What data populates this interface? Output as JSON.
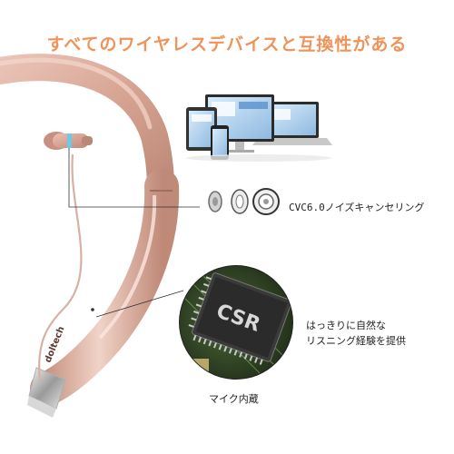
{
  "headline": {
    "text": "すべてのワイヤレスデバイスと互換性がある",
    "color": "#f0935a"
  },
  "brand": {
    "logo_text": "doltech"
  },
  "chip": {
    "text": "CSR"
  },
  "features": {
    "cvc_label": "CVC6.0ノイズキャンセリング",
    "listening_line1": "はっきりに自然な",
    "listening_line2": "リスニング経験を提供",
    "mic_label": "マイク内蔵"
  },
  "colors": {
    "rose_gold": "#d9a99b",
    "rose_gold_dark": "#b98272",
    "accent_blue": "#6fc8e8"
  }
}
